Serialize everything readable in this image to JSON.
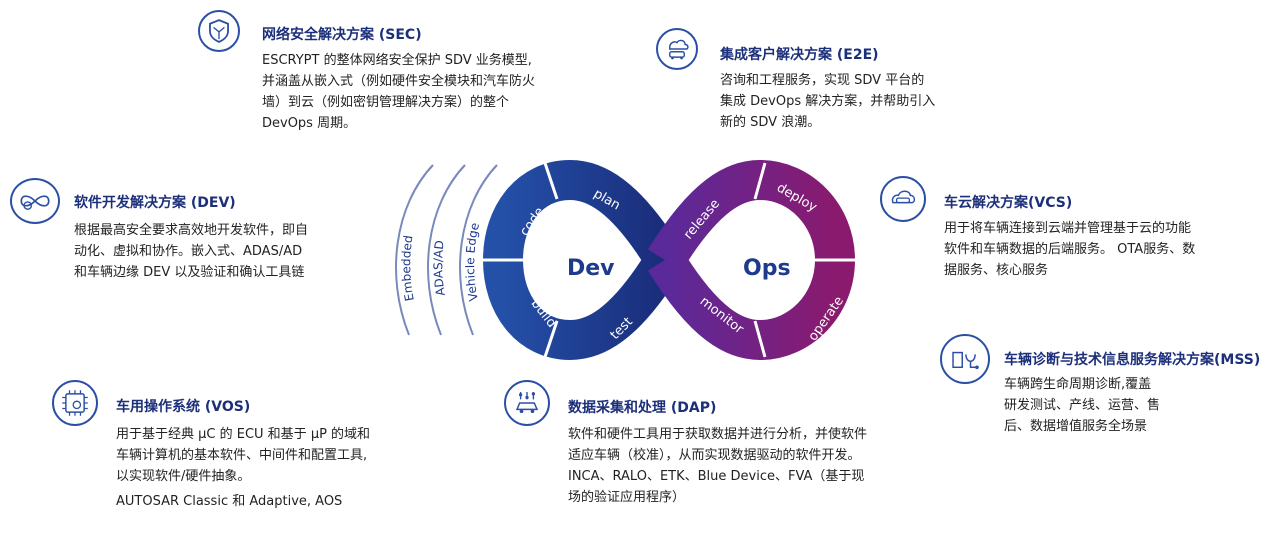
{
  "sec": {
    "title": "网络安全解决方案 (SEC)",
    "lines": [
      "ESCRYPT 的整体网络安全保护 SDV 业务模型,",
      "并涵盖从嵌入式（例如硬件安全模块和汽车防火",
      "墙）到云（例如密钥管理解决方案）的整个",
      "DevOps 周期。"
    ],
    "icon": "shield-icon"
  },
  "e2e": {
    "title": "集成客户解决方案 (E2E)",
    "lines": [
      "咨询和工程服务，实现 SDV 平台的",
      "集成 DevOps 解决方案，并帮助引入",
      "新的 SDV 浪潮。"
    ],
    "icon": "cloud-car-icon"
  },
  "dev": {
    "title": "软件开发解决方案 (DEV)",
    "lines": [
      "根据最高安全要求高效地开发软件，即自",
      "动化、虚拟和协作。嵌入式、ADAS/AD",
      "和车辆边缘 DEV 以及验证和确认工具链"
    ],
    "icon": "infinity-gear-icon"
  },
  "vcs": {
    "title": "车云解决方案(VCS)",
    "lines": [
      "用于将车辆连接到云端并管理基于云的功能",
      "软件和车辆数据的后端服务。 OTA服务、数",
      "据服务、核心服务"
    ],
    "icon": "cloud-car-icon"
  },
  "mss": {
    "title": "车辆诊断与技术信息服务解决方案(MSS)",
    "lines": [
      "车辆跨生命周期诊断,覆盖",
      "研发测试、产线、运营、售",
      "后、数据增值服务全场景"
    ],
    "icon": "diagnostic-icon"
  },
  "vos": {
    "title": "车用操作系统 (VOS)",
    "lines": [
      "用于基于经典 μC 的 ECU 和基于 μP 的域和",
      "车辆计算机的基本软件、中间件和配置工具,",
      "以实现软件/硬件抽象。"
    ],
    "extra": "AUTOSAR Classic 和 Adaptive, AOS",
    "icon": "chip-gear-icon"
  },
  "dap": {
    "title": "数据采集和处理 (DAP)",
    "lines": [
      "软件和硬件工具用于获取数据并进行分析，并使软件",
      "适应车辆（校准），从而实现数据驱动的软件开发。",
      "INCA、RALO、ETK、Blue Device、FVA（基于现",
      "场的验证应用程序）"
    ],
    "icon": "car-sliders-icon"
  },
  "loop": {
    "dev_label": "Dev",
    "ops_label": "Ops",
    "segments": [
      "code",
      "plan",
      "release",
      "deploy",
      "operate",
      "monitor",
      "test",
      "build"
    ],
    "arcs": [
      "Embedded",
      "ADAS/AD",
      "Vehicle Edge"
    ]
  },
  "colors": {
    "dev_blue": "#1e3a8c",
    "ops_purple": "#8a1a6e",
    "title_blue": "#1c2f7a"
  }
}
